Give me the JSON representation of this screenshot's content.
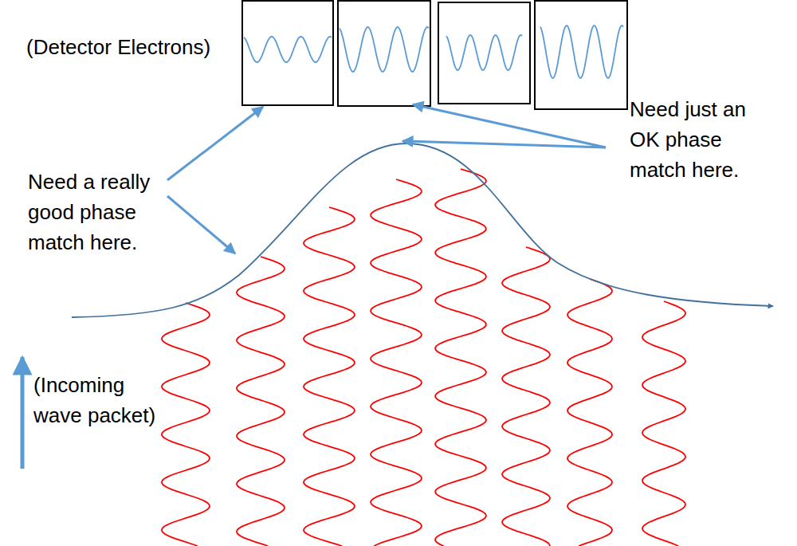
{
  "diagram": {
    "labels": [
      "(Detector Electrons)",
      "Need just an OK phase match here.",
      "Need a really good phase match here.",
      "(Incoming wave packet)"
    ]
  }
}
